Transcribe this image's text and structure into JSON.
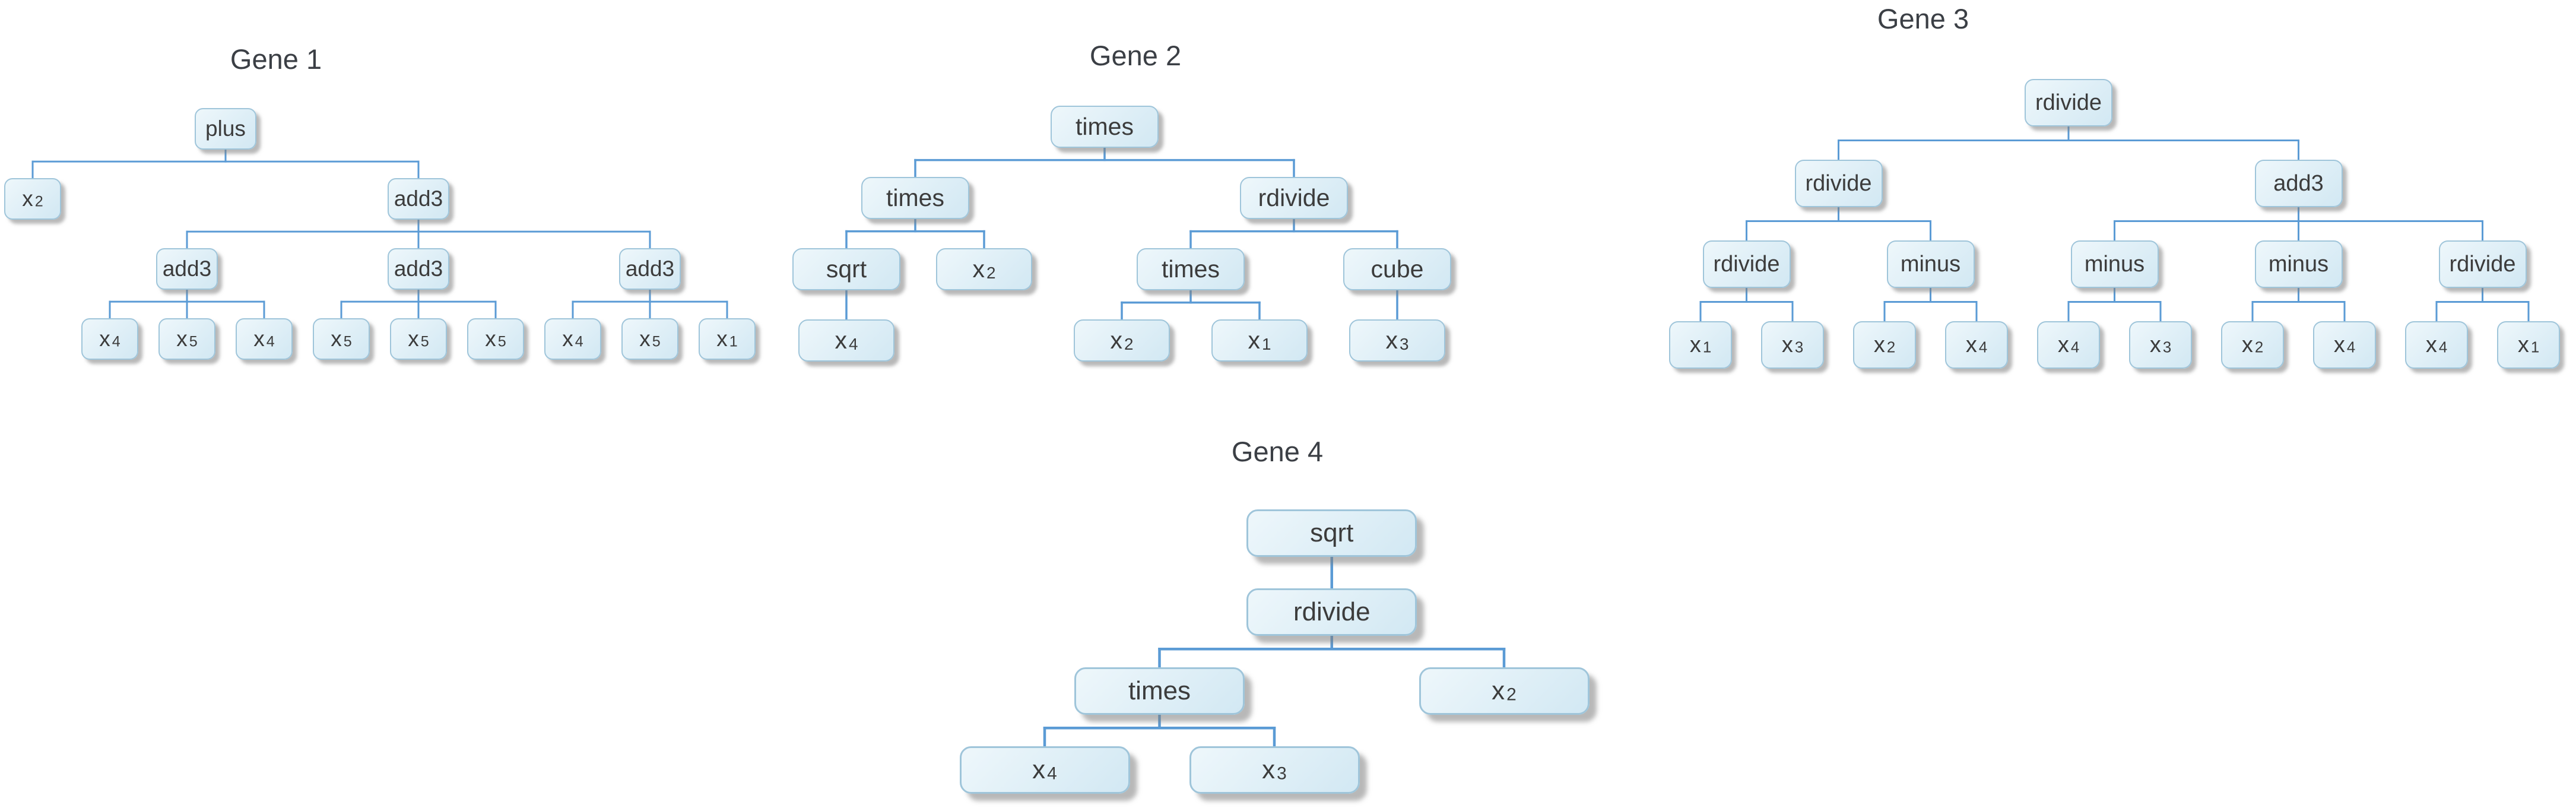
{
  "figure": {
    "background": "#ffffff",
    "node_fill_top": "#eef7fb",
    "node_fill_bottom": "#d2e8f3",
    "node_border": "#9fc5da",
    "line_color": "#5b9bd5",
    "text_color": "#3c3c3c"
  },
  "trees": [
    {
      "title": "Gene 1",
      "root": {
        "label": "plus",
        "children": [
          {
            "label": "x",
            "sub": "2"
          },
          {
            "label": "add3",
            "children": [
              {
                "label": "add3",
                "children": [
                  {
                    "label": "x",
                    "sub": "4"
                  },
                  {
                    "label": "x",
                    "sub": "5"
                  },
                  {
                    "label": "x",
                    "sub": "4"
                  }
                ]
              },
              {
                "label": "add3",
                "children": [
                  {
                    "label": "x",
                    "sub": "5"
                  },
                  {
                    "label": "x",
                    "sub": "5"
                  },
                  {
                    "label": "x",
                    "sub": "5"
                  }
                ]
              },
              {
                "label": "add3",
                "children": [
                  {
                    "label": "x",
                    "sub": "4"
                  },
                  {
                    "label": "x",
                    "sub": "5"
                  },
                  {
                    "label": "x",
                    "sub": "1"
                  }
                ]
              }
            ]
          }
        ]
      }
    },
    {
      "title": "Gene 2",
      "root": {
        "label": "times",
        "children": [
          {
            "label": "times",
            "children": [
              {
                "label": "sqrt",
                "children": [
                  {
                    "label": "x",
                    "sub": "4"
                  }
                ]
              },
              {
                "label": "x",
                "sub": "2"
              }
            ]
          },
          {
            "label": "rdivide",
            "children": [
              {
                "label": "times",
                "children": [
                  {
                    "label": "x",
                    "sub": "2"
                  },
                  {
                    "label": "x",
                    "sub": "1"
                  }
                ]
              },
              {
                "label": "cube",
                "children": [
                  {
                    "label": "x",
                    "sub": "3"
                  }
                ]
              }
            ]
          }
        ]
      }
    },
    {
      "title": "Gene 3",
      "root": {
        "label": "rdivide",
        "children": [
          {
            "label": "rdivide",
            "children": [
              {
                "label": "rdivide",
                "children": [
                  {
                    "label": "x",
                    "sub": "1"
                  },
                  {
                    "label": "x",
                    "sub": "3"
                  }
                ]
              },
              {
                "label": "minus",
                "children": [
                  {
                    "label": "x",
                    "sub": "2"
                  },
                  {
                    "label": "x",
                    "sub": "4"
                  }
                ]
              }
            ]
          },
          {
            "label": "add3",
            "children": [
              {
                "label": "minus",
                "children": [
                  {
                    "label": "x",
                    "sub": "4"
                  },
                  {
                    "label": "x",
                    "sub": "3"
                  }
                ]
              },
              {
                "label": "minus",
                "children": [
                  {
                    "label": "x",
                    "sub": "2"
                  },
                  {
                    "label": "x",
                    "sub": "4"
                  }
                ]
              },
              {
                "label": "rdivide",
                "children": [
                  {
                    "label": "x",
                    "sub": "4"
                  },
                  {
                    "label": "x",
                    "sub": "1"
                  }
                ]
              }
            ]
          }
        ]
      }
    },
    {
      "title": "Gene 4",
      "root": {
        "label": "sqrt",
        "children": [
          {
            "label": "rdivide",
            "children": [
              {
                "label": "times",
                "children": [
                  {
                    "label": "x",
                    "sub": "4"
                  },
                  {
                    "label": "x",
                    "sub": "3"
                  }
                ]
              },
              {
                "label": "x",
                "sub": "2"
              }
            ]
          }
        ]
      }
    }
  ]
}
